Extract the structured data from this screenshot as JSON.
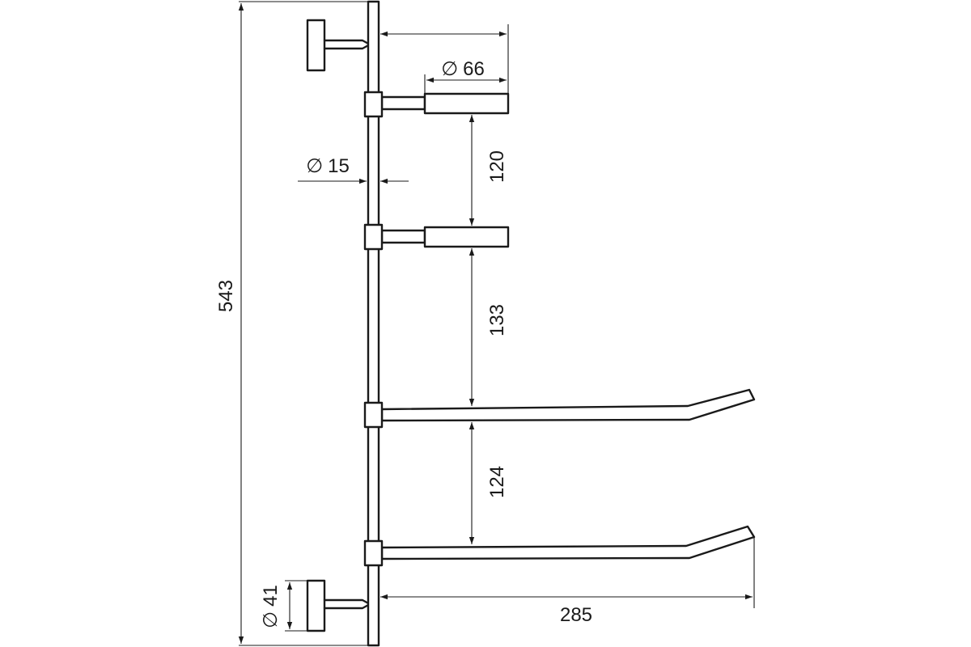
{
  "drawing": {
    "dimensions": {
      "total_height": "543",
      "arm_projection": "285",
      "bar_diameter": "15",
      "arm_diameter": "66",
      "mount_diameter": "41",
      "spacing_top": "120",
      "spacing_middle": "133",
      "spacing_bottom": "124"
    },
    "diameter_symbol": "∅"
  }
}
